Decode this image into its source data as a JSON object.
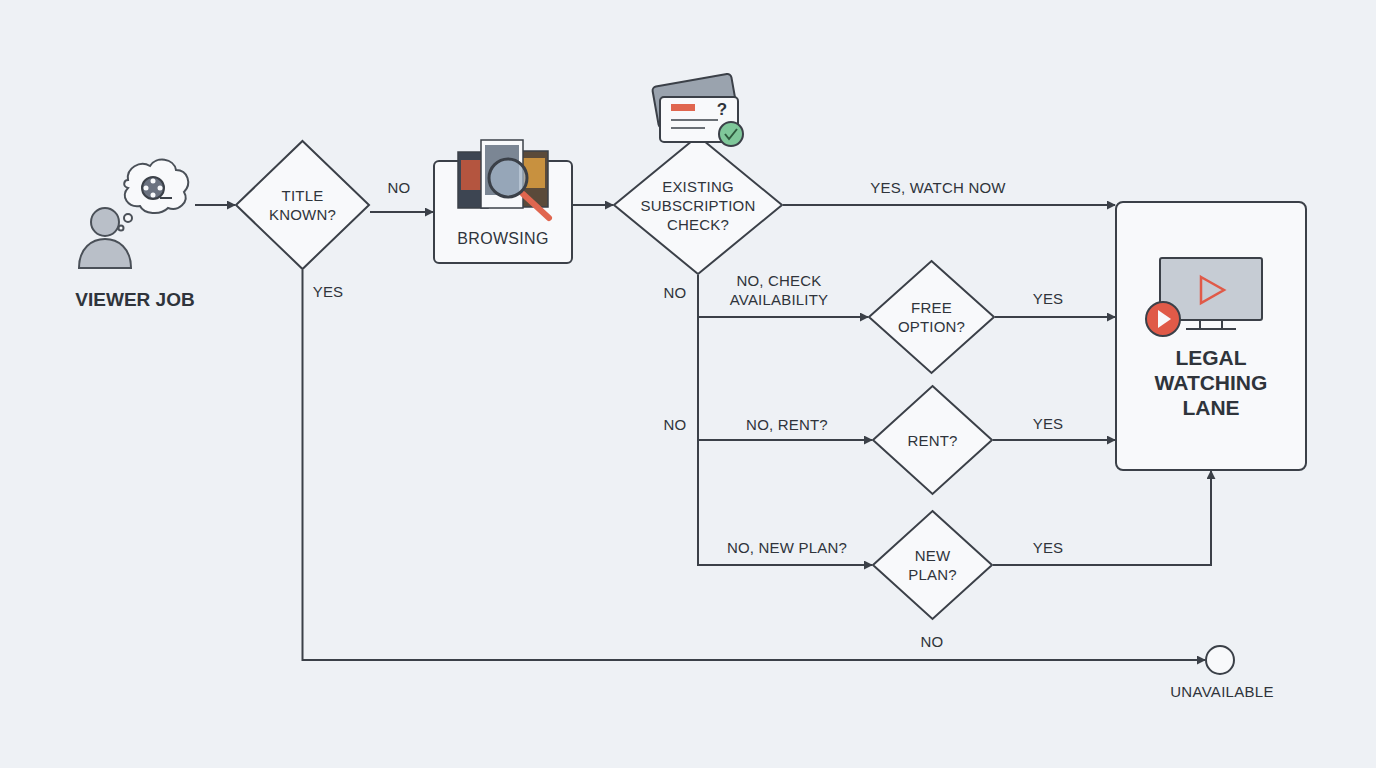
{
  "diagram": {
    "nodes": [
      {
        "text": [
          "VIEWER JOB"
        ]
      },
      {
        "text": [
          "TITLE KNOWN?"
        ]
      },
      {
        "text": [
          "BROWSING"
        ]
      },
      {
        "text": [
          "EXISTING SUBSCRIPTION CHECK?"
        ]
      },
      {
        "text": [
          "FREE OPTION?"
        ]
      },
      {
        "text": [
          "RENT?"
        ]
      },
      {
        "text": [
          "NEW PLAN?"
        ]
      },
      {
        "text": [
          "LEGAL WATCHING LANE"
        ]
      },
      {
        "text": [
          "UNAVAILABLE"
        ]
      }
    ],
    "edges": [
      {
        "from": 0,
        "to": 1,
        "arrow": "to"
      },
      {
        "from": 1,
        "to": 2,
        "label": "NO",
        "arrow": "to"
      },
      {
        "from": 2,
        "to": 3,
        "arrow": "to"
      },
      {
        "from": 3,
        "to": 7,
        "label": "YES, WATCH NOW",
        "arrow": "to"
      },
      {
        "from": 3,
        "to": 4,
        "label": "NO, CHECK AVAILABILITY",
        "arrow": "to"
      },
      {
        "from": 4,
        "to": 7,
        "label": "YES",
        "arrow": "to"
      },
      {
        "from": 3,
        "to": 5,
        "label": "NO, RENT?",
        "arrow": "to"
      },
      {
        "from": 5,
        "to": 7,
        "label": "YES",
        "arrow": "to"
      },
      {
        "from": 3,
        "to": 6,
        "label": "NO, NEW PLAN?",
        "arrow": "to"
      },
      {
        "from": 6,
        "to": 7,
        "label": "YES",
        "arrow": "to"
      },
      {
        "from": 1,
        "to": 8,
        "label": "YES",
        "arrow": "to"
      }
    ],
    "labels": [
      "NO",
      "NO",
      "NO",
      "?"
    ]
  }
}
